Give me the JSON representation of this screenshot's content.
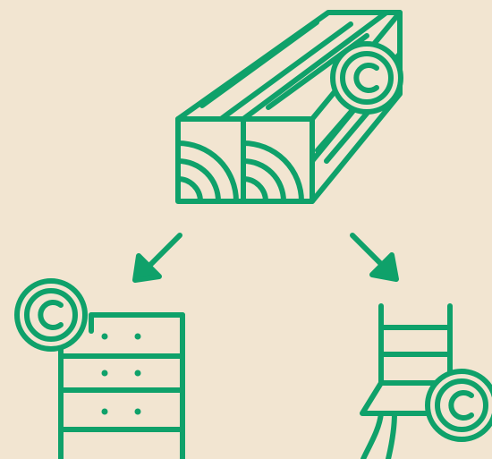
{
  "colors": {
    "background": "#f2e5d1",
    "accent": "#0fa16a"
  },
  "illustration": {
    "timber": {
      "icon": "timber-beam-icon",
      "mark": "C"
    },
    "cabinet": {
      "icon": "drawer-cabinet-icon",
      "mark": "C"
    },
    "chair": {
      "icon": "chair-icon",
      "mark": "C"
    }
  }
}
